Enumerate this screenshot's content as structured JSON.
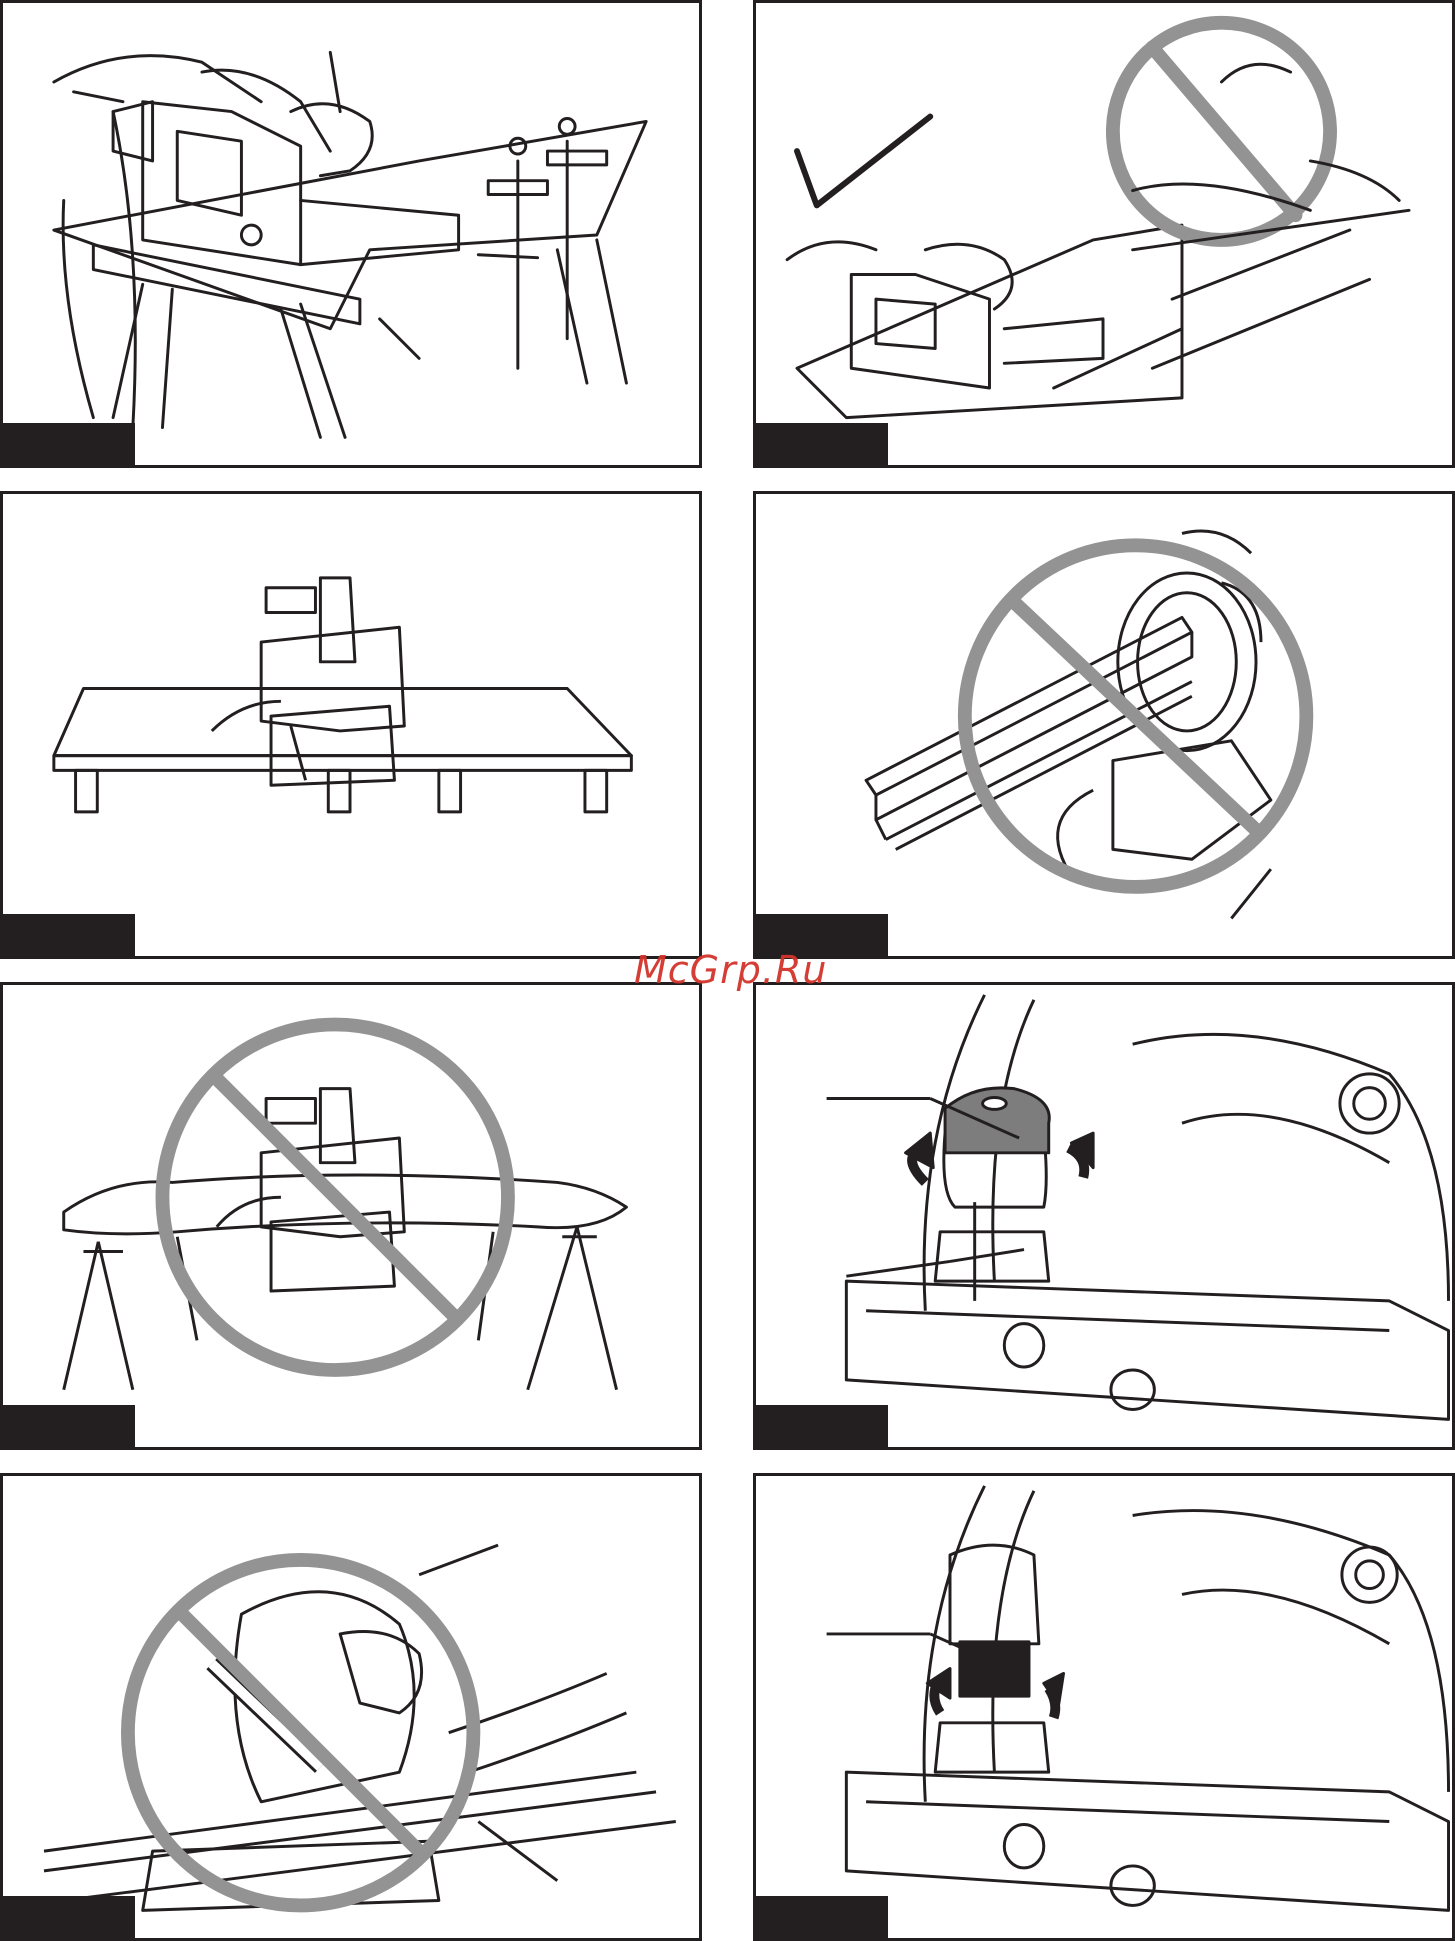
{
  "watermark": "McGrp.Ru",
  "colors": {
    "line": "#231f20",
    "prohibition": "#939393",
    "knob": "#7d7d7d",
    "watermark": "#d2342b"
  },
  "panels": [
    {
      "id": "p1",
      "icon": "check-mark-none",
      "prohibited": false,
      "subject": "saw-on-sawhorse-with-clamps"
    },
    {
      "id": "p2",
      "icon": "check-mark-icon",
      "prohibited": false,
      "subject": "correct-vs-wrong-support"
    },
    {
      "id": "p3",
      "icon": "",
      "prohibited": false,
      "subject": "saw-on-flat-table"
    },
    {
      "id": "p4",
      "icon": "no-sign-icon",
      "prohibited": true,
      "subject": "kickback"
    },
    {
      "id": "p5",
      "icon": "no-sign-icon",
      "prohibited": true,
      "subject": "saw-on-bent-board"
    },
    {
      "id": "p6",
      "icon": "rotate-arrows-icon",
      "prohibited": false,
      "subject": "depth-knob-adjust"
    },
    {
      "id": "p7",
      "icon": "no-sign-icon",
      "prohibited": true,
      "subject": "hand-near-blade"
    },
    {
      "id": "p8",
      "icon": "rotate-arrows-icon",
      "prohibited": false,
      "subject": "depth-knob-lower"
    }
  ],
  "figure_tags": [
    "",
    "",
    "",
    "",
    "",
    "",
    "",
    ""
  ]
}
